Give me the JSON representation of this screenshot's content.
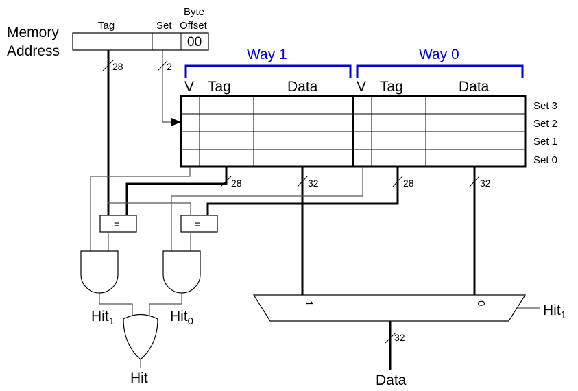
{
  "colors": {
    "way_bracket": "#0000cc",
    "line": "#000000",
    "thin_line": "#555555"
  },
  "address": {
    "label_line1": "Memory",
    "label_line2": "Address",
    "tag_label": "Tag",
    "set_label": "Set",
    "byte_offset_line1": "Byte",
    "byte_offset_line2": "Offset",
    "byte_offset_value": "00",
    "tag_width": "28",
    "set_width": "2"
  },
  "ways": {
    "way1_label": "Way 1",
    "way0_label": "Way 0",
    "col_v": "V",
    "col_tag": "Tag",
    "col_data": "Data"
  },
  "sets": [
    "Set 3",
    "Set 2",
    "Set 1",
    "Set 0"
  ],
  "bus_widths": {
    "way1_tag": "28",
    "way1_data": "32",
    "way0_tag": "28",
    "way0_data": "32",
    "out_data": "32"
  },
  "comparators": {
    "eq_symbol": "="
  },
  "hits": {
    "hit1_base": "Hit",
    "hit1_sub": "1",
    "hit0_base": "Hit",
    "hit0_sub": "0",
    "hit": "Hit"
  },
  "mux": {
    "input1": "1",
    "input0": "0",
    "select_base": "Hit",
    "select_sub": "1"
  },
  "output": {
    "data": "Data"
  }
}
